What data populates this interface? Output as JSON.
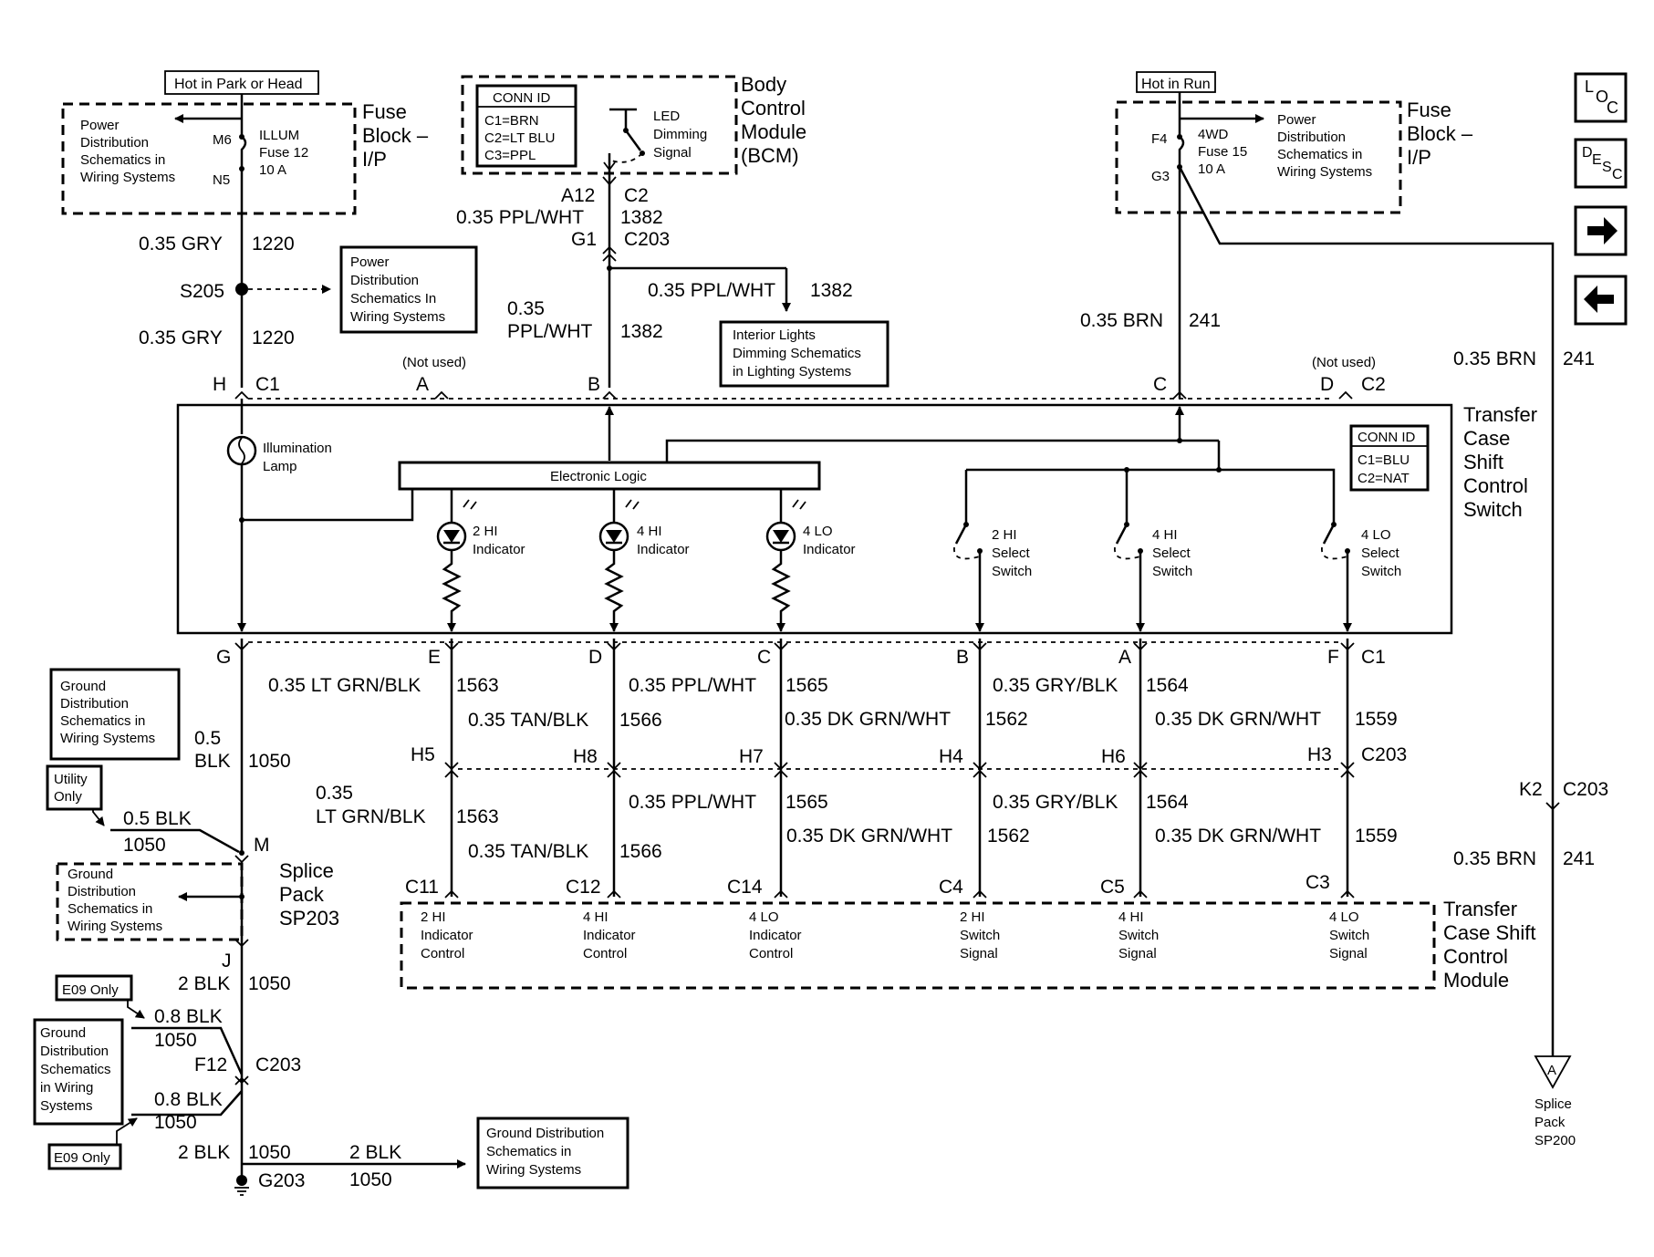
{
  "fuse_block_left": {
    "hot_label": "Hot in Park or Head",
    "title": [
      "Fuse",
      "Block –",
      "I/P"
    ],
    "power_dist": [
      "Power",
      "Distribution",
      "Schematics in",
      "Wiring Systems"
    ],
    "pin_top": "M6",
    "pin_bottom": "N5",
    "fuse": [
      "ILLUM",
      "Fuse 12",
      "10 A"
    ]
  },
  "bcm": {
    "conn_id_title": "CONN ID",
    "conn_ids": [
      "C1=BRN",
      "C2=LT BLU",
      "C3=PPL"
    ],
    "led_label": [
      "LED",
      "Dimming",
      "Signal"
    ],
    "title": [
      "Body",
      "Control",
      "Module",
      "(BCM)"
    ],
    "pin": "A12",
    "conn": "C2"
  },
  "fuse_block_right": {
    "hot_label": "Hot in Run",
    "title": [
      "Fuse",
      "Block –",
      "I/P"
    ],
    "pin_top": "F4",
    "pin_bottom": "G3",
    "fuse": [
      "4WD",
      "Fuse 15",
      "10 A"
    ],
    "power_dist": [
      "Power",
      "Distribution",
      "Schematics in",
      "Wiring Systems"
    ]
  },
  "nav": {
    "loc": [
      "L",
      "O",
      "C"
    ],
    "desc": [
      "D",
      "E",
      "S",
      "C"
    ],
    "next_arrow": "➡",
    "prev_arrow": "⬅"
  },
  "wires_top": {
    "gry_size_1": "0.35 GRY",
    "gry_circuit_1": "1220",
    "s205": "S205",
    "gry_size_2": "0.35 GRY",
    "gry_circuit_2": "1220",
    "power_dist_mid": [
      "Power",
      "Distribution",
      "Schematics In",
      "Wiring Systems"
    ],
    "ppl_size_top": "0.35 PPL/WHT",
    "ppl_circuit_top": "1382",
    "g1": "G1",
    "c203_top": "C203",
    "ppl_branch_size": "0.35 PPL/WHT",
    "ppl_branch_circuit": "1382",
    "ppl_size_low_1": "0.35",
    "ppl_size_low_2": "PPL/WHT",
    "ppl_circuit_low": "1382",
    "interior_lights": [
      "Interior Lights",
      "Dimming Schematics",
      "in Lighting Systems"
    ],
    "brn_size": "0.35 BRN",
    "brn_circuit": "241",
    "brn_right_size": "0.35 BRN",
    "brn_right_circuit": "241"
  },
  "c2_connector": {
    "pin_h": "H",
    "c1": "C1",
    "not_used_a": "(Not used)",
    "pin_a": "A",
    "pin_b": "B",
    "pin_c": "C",
    "not_used_d": "(Not used)",
    "pin_d": "D",
    "c2": "C2"
  },
  "transfer_switch": {
    "title": [
      "Transfer",
      "Case",
      "Shift",
      "Control",
      "Switch"
    ],
    "conn_id_title": "CONN ID",
    "conn_ids": [
      "C1=BLU",
      "C2=NAT"
    ],
    "lamp": [
      "Illumination",
      "Lamp"
    ],
    "logic": "Electronic Logic",
    "ind_2hi": [
      "2 HI",
      "Indicator"
    ],
    "ind_4hi": [
      "4 HI",
      "Indicator"
    ],
    "ind_4lo": [
      "4 LO",
      "Indicator"
    ],
    "sw_2hi": [
      "2 HI",
      "Select",
      "Switch"
    ],
    "sw_4hi": [
      "4 HI",
      "Select",
      "Switch"
    ],
    "sw_4lo": [
      "4 LO",
      "Select",
      "Switch"
    ]
  },
  "c1_connector": {
    "pins": [
      "G",
      "E",
      "D",
      "C",
      "B",
      "A",
      "F"
    ],
    "c1": "C1"
  },
  "wires_mid": {
    "w1563_size": "0.35 LT GRN/BLK",
    "w1563": "1563",
    "w1566_size": "0.35 TAN/BLK",
    "w1566": "1566",
    "w1565_size": "0.35 PPL/WHT",
    "w1565": "1565",
    "w1562_size": "0.35 DK GRN/WHT",
    "w1562": "1562",
    "w1564_size": "0.35 GRY/BLK",
    "w1564": "1564",
    "w1559_size": "0.35 DK GRN/WHT",
    "w1559": "1559"
  },
  "c203_mid": {
    "pins": [
      "H5",
      "H8",
      "H7",
      "H4",
      "H6",
      "H3"
    ],
    "c203": "C203"
  },
  "wires_low": {
    "w1563_size_1": "0.35",
    "w1563_size_2": "LT GRN/BLK",
    "w1563": "1563",
    "w1566_size": "0.35 TAN/BLK",
    "w1566": "1566",
    "w1565_size": "0.35 PPL/WHT",
    "w1565": "1565",
    "w1562_size": "0.35 DK GRN/WHT",
    "w1562": "1562",
    "w1564_size": "0.35 GRY/BLK",
    "w1564": "1564",
    "w1559_size": "0.35 DK GRN/WHT",
    "w1559": "1559",
    "k2": "K2",
    "c203_k2": "C203",
    "brn_low_size": "0.35 BRN",
    "brn_low_circuit": "241"
  },
  "module": {
    "pins": [
      "C11",
      "C12",
      "C14",
      "C4",
      "C5",
      "C3"
    ],
    "labels": [
      [
        "2 HI",
        "Indicator",
        "Control"
      ],
      [
        "4 HI",
        "Indicator",
        "Control"
      ],
      [
        "4 LO",
        "Indicator",
        "Control"
      ],
      [
        "2 HI",
        "Switch",
        "Signal"
      ],
      [
        "4 HI",
        "Switch",
        "Signal"
      ],
      [
        "4 LO",
        "Switch",
        "Signal"
      ]
    ],
    "title": [
      "Transfer",
      "Case Shift",
      "Control",
      "Module"
    ]
  },
  "ground_side": {
    "ground_dist_1": [
      "Ground",
      "Distribution",
      "Schematics in",
      "Wiring Systems"
    ],
    "blk_size_1": "0.5",
    "blk_size_2": "BLK",
    "blk_circuit": "1050",
    "utility": [
      "Utility",
      "Only"
    ],
    "blk_small_size": "0.5 BLK",
    "blk_small_circuit": "1050",
    "m": "M",
    "splice_ground": [
      "Ground",
      "Distribution",
      "Schematics in",
      "Wiring Systems"
    ],
    "splice_title": [
      "Splice",
      "Pack",
      "SP203"
    ],
    "j": "J",
    "blk2_size": "2 BLK",
    "blk2_circuit": "1050",
    "e09_top": "E09 Only",
    "blk08_size_1": "0.8 BLK",
    "blk08_circuit_1": "1050",
    "ground_dist_2": [
      "Ground",
      "Distribution",
      "Schematics",
      "in Wiring",
      "Systems"
    ],
    "f12": "F12",
    "c203": "C203",
    "blk08_size_2": "0.8 BLK",
    "blk08_circuit_2": "1050",
    "e09_bottom": "E09 Only",
    "blk2b_size": "2 BLK",
    "blk2b_circuit": "1050",
    "g203": "G203",
    "blk2c_size": "2 BLK",
    "blk2c_circuit": "1050",
    "ground_dist_3": [
      "Ground Distribution",
      "Schematics in",
      "Wiring Systems"
    ]
  },
  "splice_pack_sp200": {
    "symbol": "A",
    "label": [
      "Splice",
      "Pack",
      "SP200"
    ]
  }
}
